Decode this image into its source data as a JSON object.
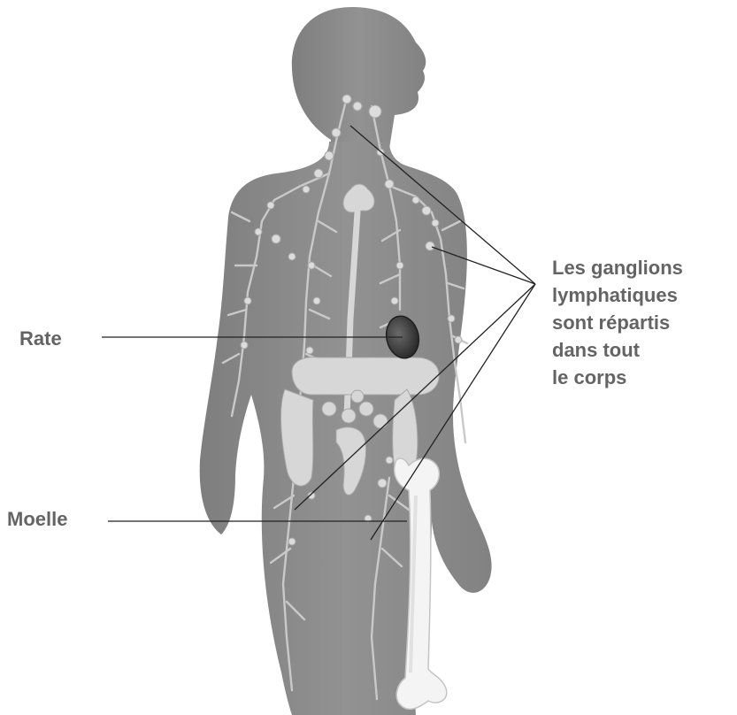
{
  "labels": {
    "spleen": "Rate",
    "marrow": "Moelle"
  },
  "caption": {
    "lines": [
      "Les ganglions",
      "lymphatiques",
      "sont répartis",
      "dans tout",
      "le corps"
    ]
  },
  "colors": {
    "body": "#8b8b8b",
    "vessel": "#c9c9c9",
    "node": "#dcdcdc",
    "organ": "#d7d7d7",
    "bone": "#f4f4f4",
    "spleen": "#4a4a4a",
    "leader_line": "#222222",
    "text": "#646464"
  }
}
